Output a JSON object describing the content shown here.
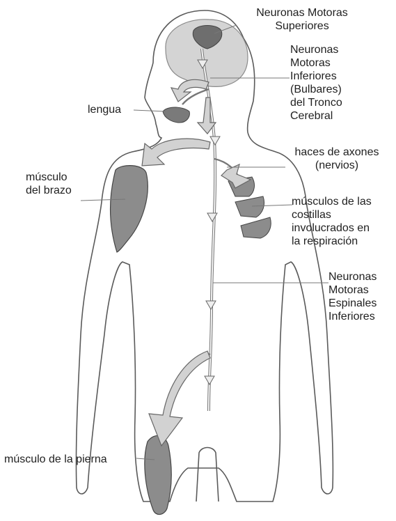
{
  "labels": {
    "upper_motor_neurons": "Neuronas Motoras\nSuperiores",
    "lower_motor_neurons_bulbar": "Neuronas\nMotoras\nInferiores\n(Bulbares)\ndel Tronco\nCerebral",
    "tongue": "lengua",
    "axon_bundles": "haces de axones\n(nervios)",
    "arm_muscle": "músculo\ndel brazo",
    "rib_muscles": "músculos de las\ncostillas\ninvolucrados en\nla respiración",
    "spinal_lower_motor_neurons": "Neuronas\nMotoras\nEspinales\nInferiores",
    "leg_muscle": "músculo de la pierna"
  },
  "colors": {
    "outline": "#5a5a5a",
    "brain": "#d4d4d4",
    "muscle": "#8c8c8c",
    "motor_cortex": "#6e6e6e",
    "arrow": "#d2d2d2",
    "text": "#1f1f1f"
  }
}
